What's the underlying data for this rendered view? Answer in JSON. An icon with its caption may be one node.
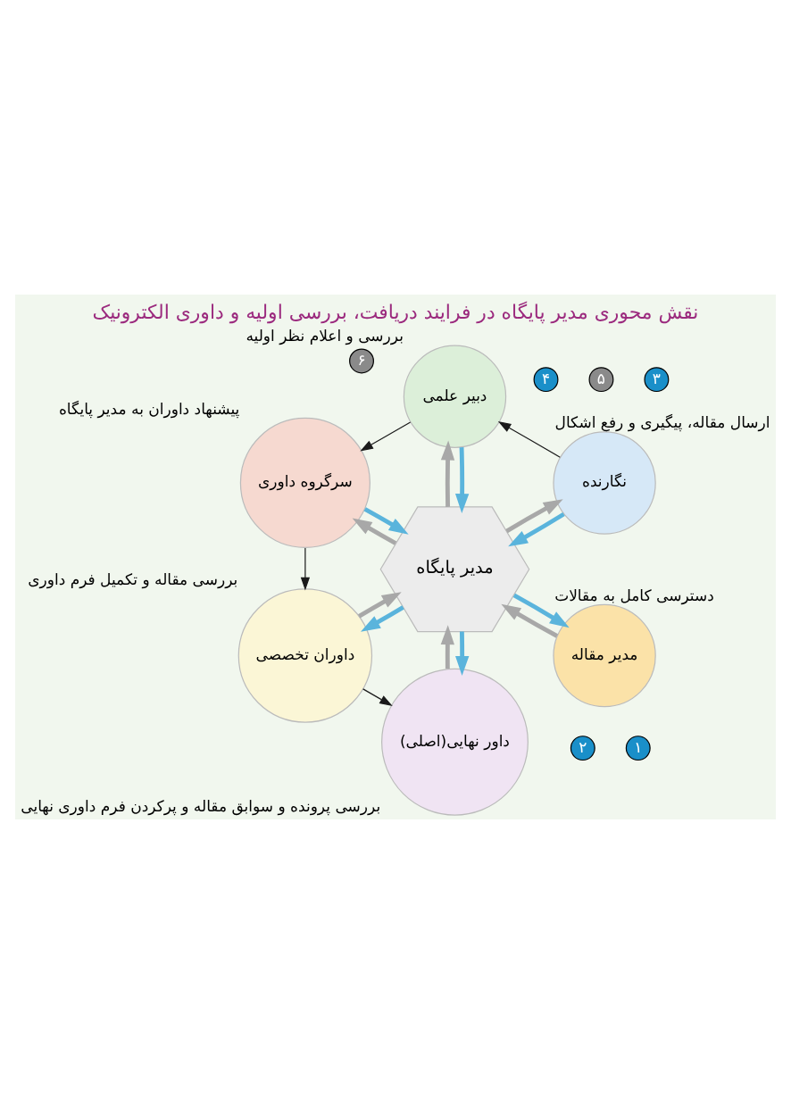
{
  "diagram": {
    "title": "نقش محوری مدیر پایگاه در فرایند دریافت، بررسی اولیه و داوری الکترونیک",
    "nodes": [
      {
        "text": [
          "مدیر پایگاه"
        ]
      },
      {
        "text": [
          "نگارنده"
        ],
        "beside": [
          "ارسال مقاله، پیگیری و رفع اشکال"
        ]
      },
      {
        "text": [
          "دبیر علمی"
        ],
        "beside": [
          "بررسی و اعلام نظر اولیه"
        ]
      },
      {
        "text": [
          "سرگروه داوری"
        ],
        "beside": [
          "پیشنهاد داوران به مدیر پایگاه"
        ]
      },
      {
        "text": [
          "داوران تخصصی"
        ],
        "beside": [
          "بررسی مقاله و تکمیل فرم داوری"
        ]
      },
      {
        "text": [
          "داور نهایی(اصلی)"
        ],
        "beside": [
          "بررسی پرونده و سوابق مقاله و پرکردن فرم داوری نهایی"
        ]
      },
      {
        "text": [
          "مدیر مقاله"
        ],
        "beside": [
          "دسترسی کامل به مقالات"
        ]
      }
    ],
    "edges": [
      {
        "from": 1,
        "to": 0,
        "arrow": "to",
        "color": "#5ab4dc"
      },
      {
        "from": 0,
        "to": 1,
        "arrow": "to",
        "color": "#a8a8a8"
      },
      {
        "from": 2,
        "to": 0,
        "arrow": "to",
        "color": "#5ab4dc"
      },
      {
        "from": 0,
        "to": 2,
        "arrow": "to",
        "color": "#a8a8a8"
      },
      {
        "from": 3,
        "to": 0,
        "arrow": "to",
        "color": "#5ab4dc"
      },
      {
        "from": 0,
        "to": 3,
        "arrow": "to",
        "color": "#a8a8a8"
      },
      {
        "from": 0,
        "to": 4,
        "arrow": "to",
        "color": "#5ab4dc"
      },
      {
        "from": 4,
        "to": 0,
        "arrow": "to",
        "color": "#a8a8a8"
      },
      {
        "from": 0,
        "to": 5,
        "arrow": "to",
        "color": "#5ab4dc"
      },
      {
        "from": 5,
        "to": 0,
        "arrow": "to",
        "color": "#a8a8a8"
      },
      {
        "from": 0,
        "to": 6,
        "arrow": "to",
        "color": "#5ab4dc"
      },
      {
        "from": 6,
        "to": 0,
        "arrow": "to",
        "color": "#a8a8a8"
      },
      {
        "from": 1,
        "to": 2,
        "arrow": "to",
        "color": "#1a1a1a"
      },
      {
        "from": 2,
        "to": 3,
        "arrow": "to",
        "color": "#1a1a1a"
      },
      {
        "from": 3,
        "to": 4,
        "arrow": "to",
        "color": "#1a1a1a"
      },
      {
        "from": 4,
        "to": 5,
        "arrow": "to",
        "color": "#1a1a1a"
      }
    ],
    "labels": [
      "۲",
      "۱",
      "۳",
      "۵",
      "۴",
      "۶"
    ]
  }
}
